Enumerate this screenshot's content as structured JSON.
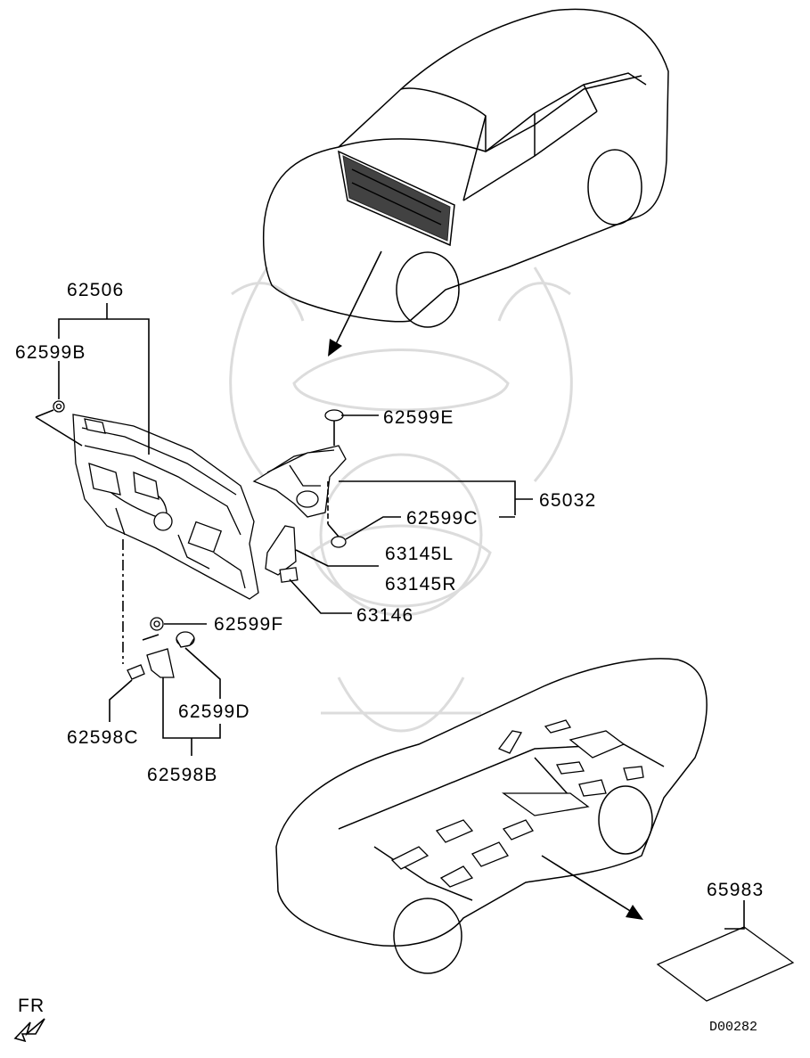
{
  "labels": {
    "p62506": "62506",
    "p62599B": "62599B",
    "p62599E": "62599E",
    "p65032": "65032",
    "p62599C": "62599C",
    "p63145L": "63145L",
    "p63145R": "63145R",
    "p63146": "63146",
    "p62599F": "62599F",
    "p62599D": "62599D",
    "p62598C": "62598C",
    "p62598B": "62598B",
    "p65983": "65983",
    "fr": "FR"
  },
  "diagram_code": "D00282",
  "colors": {
    "line": "#000000",
    "background": "#ffffff",
    "watermark": "#dcdcdc"
  }
}
